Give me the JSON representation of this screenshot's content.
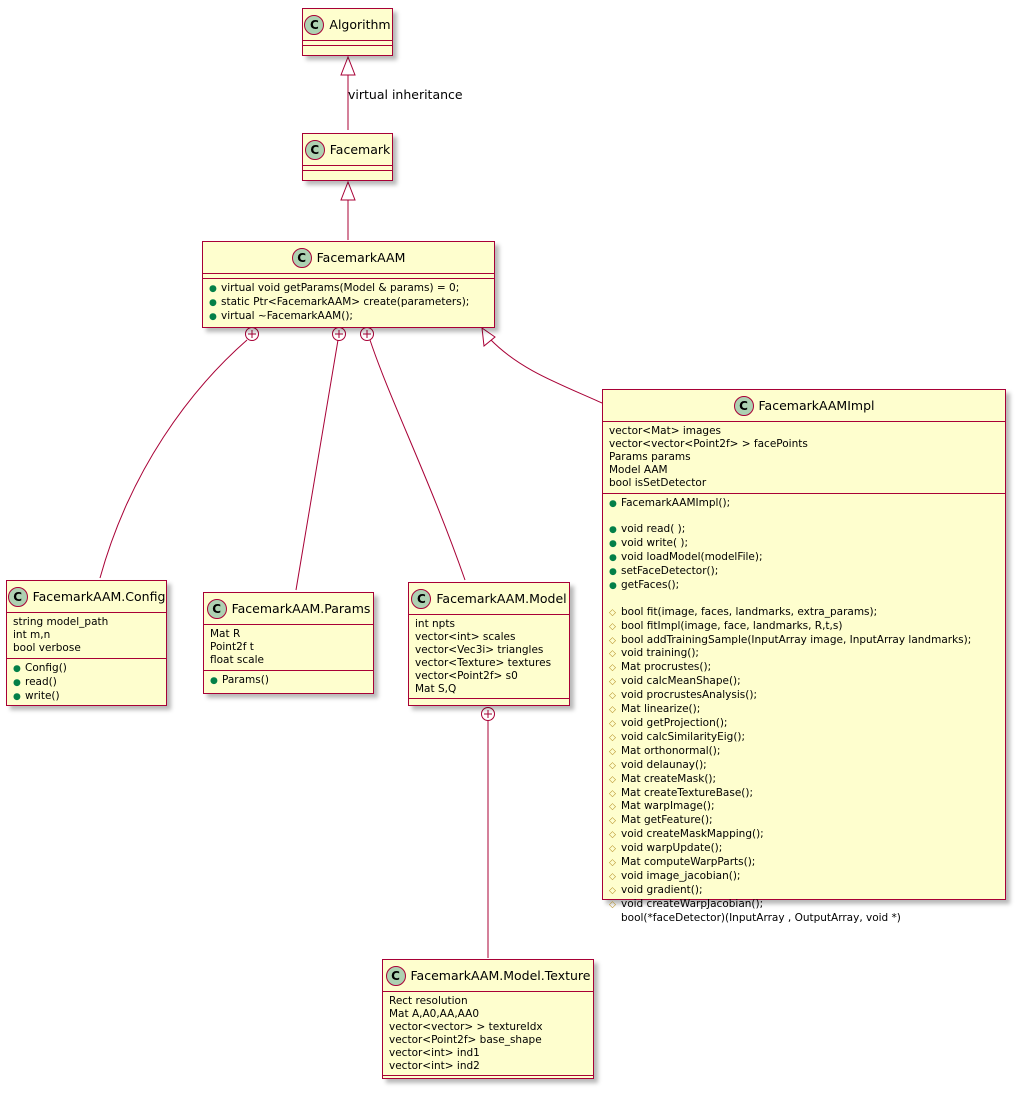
{
  "edge_labels": {
    "virtual_inheritance": "virtual inheritance"
  },
  "badge_letter": "C",
  "classes": {
    "algorithm": {
      "name": "Algorithm"
    },
    "facemark": {
      "name": "Facemark"
    },
    "facemark_aam": {
      "name": "FacemarkAAM",
      "methods": [
        {
          "vis": "pub",
          "text": "virtual void getParams(Model & params) = 0;"
        },
        {
          "vis": "pub",
          "text": "static Ptr<FacemarkAAM> create(parameters);"
        },
        {
          "vis": "pub",
          "text": "virtual ~FacemarkAAM();"
        }
      ]
    },
    "impl": {
      "name": "FacemarkAAMImpl",
      "fields": [
        "vector<Mat> images",
        "vector<vector<Point2f> > facePoints",
        "Params params",
        "Model AAM",
        "bool isSetDetector"
      ],
      "methods": [
        {
          "vis": "pub",
          "text": "FacemarkAAMImpl();"
        },
        {
          "vis": "none",
          "text": ""
        },
        {
          "vis": "pub",
          "text": "void read( );"
        },
        {
          "vis": "pub",
          "text": "void write( );"
        },
        {
          "vis": "pub",
          "text": "void loadModel(modelFile);"
        },
        {
          "vis": "pub",
          "text": "setFaceDetector();"
        },
        {
          "vis": "pub",
          "text": "getFaces();"
        },
        {
          "vis": "none",
          "text": ""
        },
        {
          "vis": "prot",
          "text": "bool fit(image, faces, landmarks, extra_params);"
        },
        {
          "vis": "prot",
          "text": "bool fitImpl(image, face, landmarks, R,t,s)"
        },
        {
          "vis": "prot",
          "text": "bool addTrainingSample(InputArray image, InputArray landmarks);"
        },
        {
          "vis": "prot",
          "text": "void training();"
        },
        {
          "vis": "prot",
          "text": "Mat procrustes();"
        },
        {
          "vis": "prot",
          "text": "void calcMeanShape();"
        },
        {
          "vis": "prot",
          "text": "void procrustesAnalysis();"
        },
        {
          "vis": "prot",
          "text": "Mat linearize();"
        },
        {
          "vis": "prot",
          "text": "void getProjection();"
        },
        {
          "vis": "prot",
          "text": "void calcSimilarityEig();"
        },
        {
          "vis": "prot",
          "text": "Mat orthonormal();"
        },
        {
          "vis": "prot",
          "text": "void delaunay();"
        },
        {
          "vis": "prot",
          "text": "Mat createMask();"
        },
        {
          "vis": "prot",
          "text": "Mat createTextureBase();"
        },
        {
          "vis": "prot",
          "text": "Mat warpImage();"
        },
        {
          "vis": "prot",
          "text": "Mat getFeature();"
        },
        {
          "vis": "prot",
          "text": "void createMaskMapping();"
        },
        {
          "vis": "prot",
          "text": "void warpUpdate();"
        },
        {
          "vis": "prot",
          "text": "Mat computeWarpParts();"
        },
        {
          "vis": "prot",
          "text": "void image_jacobian();"
        },
        {
          "vis": "prot",
          "text": "void gradient();"
        },
        {
          "vis": "prot",
          "text": "void createWarpJacobian();"
        },
        {
          "vis": "none",
          "text": "bool(*faceDetector)(InputArray , OutputArray, void *)"
        }
      ]
    },
    "config": {
      "name": "FacemarkAAM.Config",
      "fields": [
        "string model_path",
        "int m,n",
        "bool verbose"
      ],
      "methods": [
        {
          "vis": "pub",
          "text": "Config()"
        },
        {
          "vis": "pub",
          "text": "read()"
        },
        {
          "vis": "pub",
          "text": "write()"
        }
      ]
    },
    "params": {
      "name": "FacemarkAAM.Params",
      "fields": [
        "Mat R",
        "Point2f t",
        "float scale"
      ],
      "methods": [
        {
          "vis": "pub",
          "text": "Params()"
        }
      ]
    },
    "model": {
      "name": "FacemarkAAM.Model",
      "fields": [
        "int npts",
        "vector<int> scales",
        "vector<Vec3i> triangles",
        "vector<Texture> textures",
        "vector<Point2f> s0",
        "Mat S,Q"
      ]
    },
    "texture": {
      "name": "FacemarkAAM.Model.Texture",
      "fields": [
        "Rect resolution",
        "Mat A,A0,AA,AA0",
        "vector<vector> > textureIdx",
        "vector<Point2f> base_shape",
        "vector<int> ind1",
        "vector<int> ind2"
      ]
    }
  }
}
